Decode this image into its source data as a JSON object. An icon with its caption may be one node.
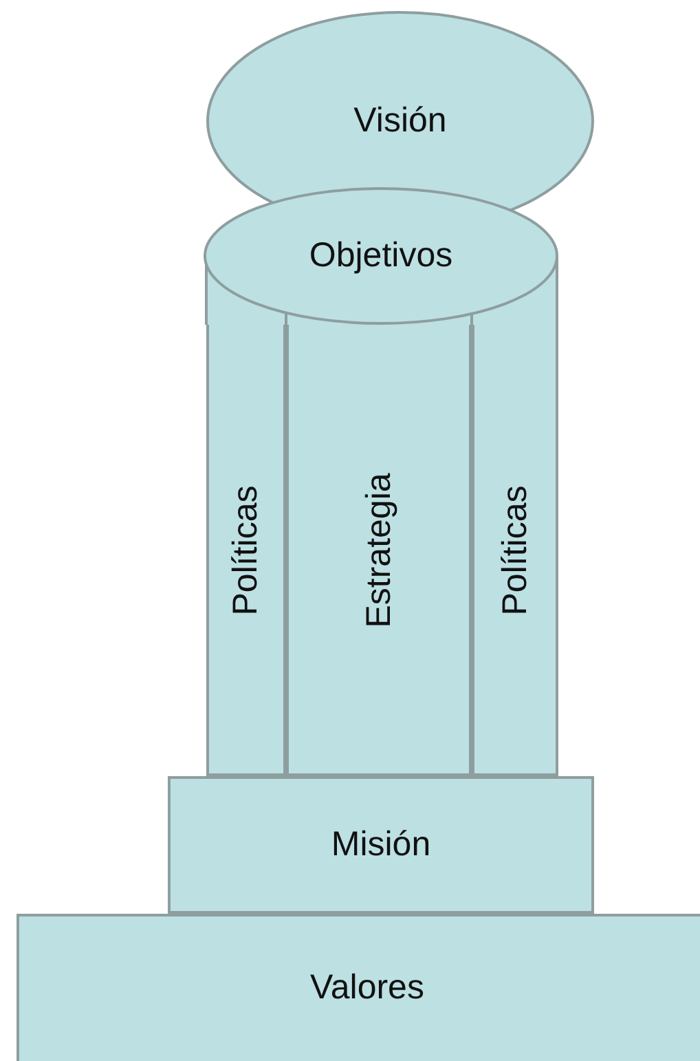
{
  "diagram": {
    "nodes": [
      {
        "text": [
          "Visión"
        ]
      },
      {
        "text": [
          "Objetivos"
        ]
      },
      {
        "text": [
          "Políticas"
        ]
      },
      {
        "text": [
          "Estrategia"
        ]
      },
      {
        "text": [
          "Políticas"
        ]
      },
      {
        "text": [
          "Misión"
        ]
      },
      {
        "text": [
          "Valores"
        ]
      }
    ]
  }
}
